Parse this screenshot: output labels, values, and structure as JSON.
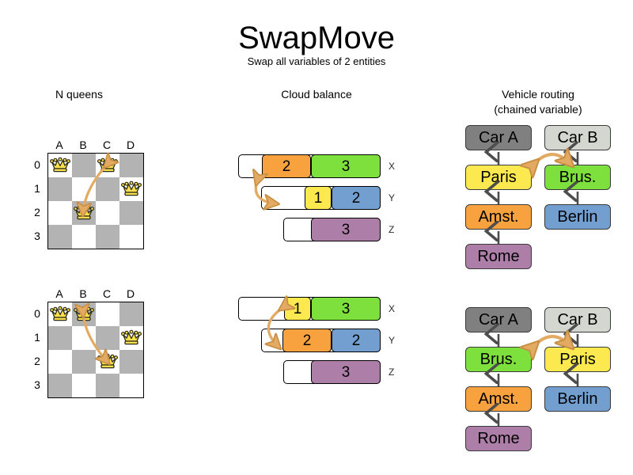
{
  "header": {
    "title": "SwapMove",
    "subtitle": "Swap all variables of 2 entities"
  },
  "colors": {
    "orange": "#f8a13f",
    "green": "#7ee03c",
    "yellow": "#fce94f",
    "blue": "#729fcf",
    "purple": "#ad7fa8",
    "car_a_gray": "#808080",
    "car_b_gray": "#d3d7cf",
    "board_dark": "#b3b3b3",
    "board_light": "#ffffff",
    "arrow": "#e3aa63",
    "queen": "#f9e04c"
  },
  "sections": {
    "n_queens": {
      "title": "N queens",
      "column_labels": [
        "A",
        "B",
        "C",
        "D"
      ],
      "row_labels": [
        "0",
        "1",
        "2",
        "3"
      ],
      "before": {
        "queens": [
          {
            "col": 0,
            "row": 0
          },
          {
            "col": 2,
            "row": 0
          },
          {
            "col": 3,
            "row": 1
          },
          {
            "col": 1,
            "row": 2
          }
        ],
        "swap_from": {
          "col": 2,
          "row": 0
        },
        "swap_to": {
          "col": 1,
          "row": 2
        }
      },
      "after": {
        "queens": [
          {
            "col": 0,
            "row": 0
          },
          {
            "col": 1,
            "row": 0
          },
          {
            "col": 3,
            "row": 1
          },
          {
            "col": 2,
            "row": 2
          }
        ],
        "swap_from": {
          "col": 1,
          "row": 0
        },
        "swap_to": {
          "col": 2,
          "row": 2
        }
      }
    },
    "cloud_balance": {
      "title": "Cloud balance",
      "before": {
        "rows": [
          {
            "label": "X",
            "start": 0,
            "processes": [
              {
                "value": "2",
                "color": "#f8a13f",
                "width": 62
              },
              {
                "value": "3",
                "color": "#7ee03c",
                "width": 88
              }
            ]
          },
          {
            "label": "Y",
            "start": 29,
            "processes": [
              {
                "value": "1",
                "color": "#fce94f",
                "width": 34
              },
              {
                "value": "2",
                "color": "#729fcf",
                "width": 62
              }
            ]
          },
          {
            "label": "Z",
            "start": 57,
            "processes": [
              {
                "value": "3",
                "color": "#ad7fa8",
                "width": 88
              }
            ]
          }
        ]
      },
      "after": {
        "rows": [
          {
            "label": "X",
            "start": 0,
            "processes": [
              {
                "value": "1",
                "color": "#fce94f",
                "width": 34
              },
              {
                "value": "3",
                "color": "#7ee03c",
                "width": 88
              }
            ]
          },
          {
            "label": "Y",
            "start": 29,
            "processes": [
              {
                "value": "2",
                "color": "#f8a13f",
                "width": 62
              },
              {
                "value": "2",
                "color": "#729fcf",
                "width": 62
              }
            ]
          },
          {
            "label": "Z",
            "start": 57,
            "processes": [
              {
                "value": "3",
                "color": "#ad7fa8",
                "width": 88
              }
            ]
          }
        ]
      }
    },
    "vehicle_routing": {
      "title_line1": "Vehicle routing",
      "title_line2": "(chained variable)",
      "before": {
        "left_chain": [
          {
            "label": "Car A",
            "color": "#808080"
          },
          {
            "label": "Paris",
            "color": "#fce94f"
          },
          {
            "label": "Amst.",
            "color": "#f8a13f"
          },
          {
            "label": "Rome",
            "color": "#ad7fa8"
          }
        ],
        "right_chain": [
          {
            "label": "Car B",
            "color": "#d3d7cf"
          },
          {
            "label": "Brus.",
            "color": "#7ee03c"
          },
          {
            "label": "Berlin",
            "color": "#729fcf"
          }
        ]
      },
      "after": {
        "left_chain": [
          {
            "label": "Car A",
            "color": "#808080"
          },
          {
            "label": "Brus.",
            "color": "#7ee03c"
          },
          {
            "label": "Amst.",
            "color": "#f8a13f"
          },
          {
            "label": "Rome",
            "color": "#ad7fa8"
          }
        ],
        "right_chain": [
          {
            "label": "Car B",
            "color": "#d3d7cf"
          },
          {
            "label": "Paris",
            "color": "#fce94f"
          },
          {
            "label": "Berlin",
            "color": "#729fcf"
          }
        ]
      }
    }
  }
}
